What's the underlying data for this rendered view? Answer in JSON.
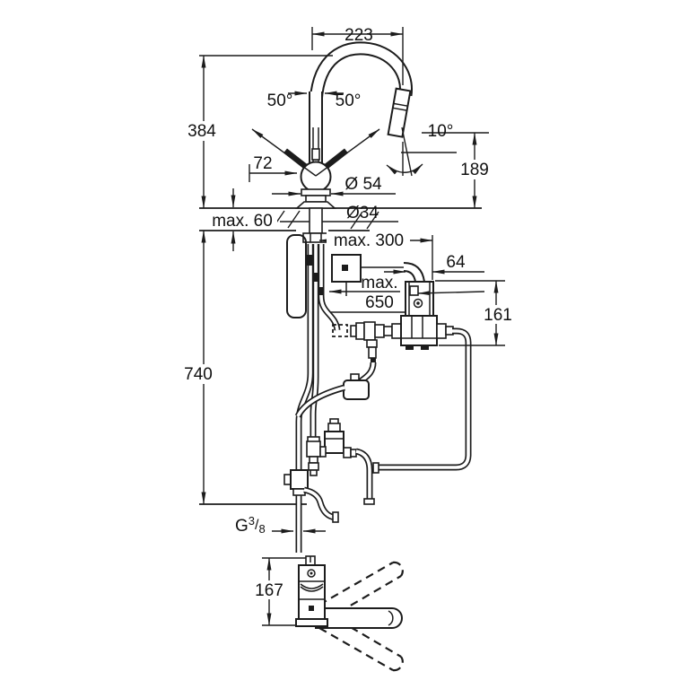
{
  "drawing": {
    "kind": "faucet-installation-dimensional-drawing",
    "colors": {
      "line": "#1c1c1c",
      "background": "#ffffff"
    },
    "labels": {
      "dim_223": "223",
      "dim_384": "384",
      "angle_left": "50°",
      "angle_right": "50°",
      "dim_72": "72",
      "angle_spray": "10°",
      "dim_189": "189",
      "dia_54": "Ø 54",
      "dia_34": "Ø34",
      "max_60": "max. 60",
      "max_300": "max. 300",
      "dim_64": "64",
      "max_650_line1": "max.",
      "max_650_line2": "650",
      "dim_161": "161",
      "dim_740": "740",
      "thread": {
        "prefix": "G",
        "numerator": "3",
        "slash": "/",
        "denominator": "8"
      },
      "dim_167": "167"
    }
  }
}
